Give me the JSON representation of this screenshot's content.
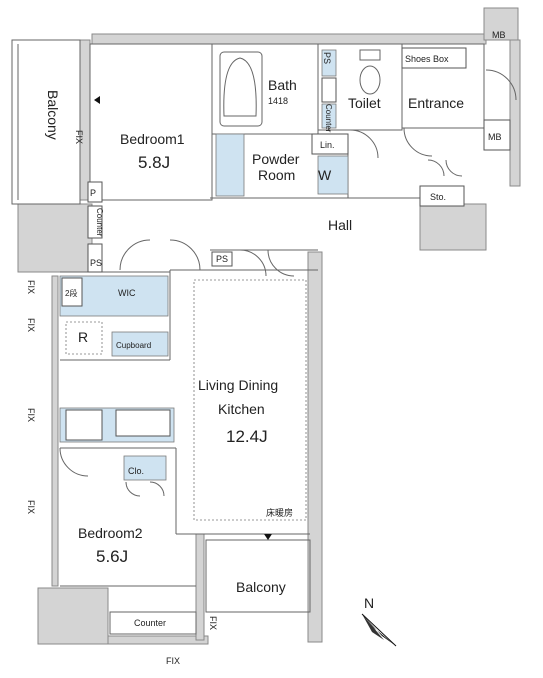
{
  "rooms": {
    "bedroom1": {
      "name": "Bedroom1",
      "area": "5.8J"
    },
    "bedroom2": {
      "name": "Bedroom2",
      "area": "5.6J"
    },
    "ldk": {
      "line1": "Living Dining",
      "line2": "Kitchen",
      "area": "12.4J"
    },
    "bath": {
      "name": "Bath",
      "size": "1418"
    },
    "powder": {
      "line1": "Powder",
      "line2": "Room"
    },
    "toilet": "Toilet",
    "entrance": "Entrance",
    "hall": "Hall",
    "balcony_left": "Balcony",
    "balcony_bottom": "Balcony"
  },
  "labels": {
    "shoes_box": "Shoes Box",
    "mb_top": "MB",
    "mb_mid": "MB",
    "lin": "Lin.",
    "w": "W",
    "sto": "Sto.",
    "wic": "WIC",
    "step": "2段",
    "r": "R",
    "cupboard": "Cupboard",
    "clo": "Clo.",
    "counter_bottom": "Counter",
    "counter_vert_left": "Counter",
    "counter_vert_bath": "Counter",
    "fix": "FIX",
    "ps": "PS",
    "p": "P",
    "floor_heating": "床暖房",
    "north": "N"
  }
}
